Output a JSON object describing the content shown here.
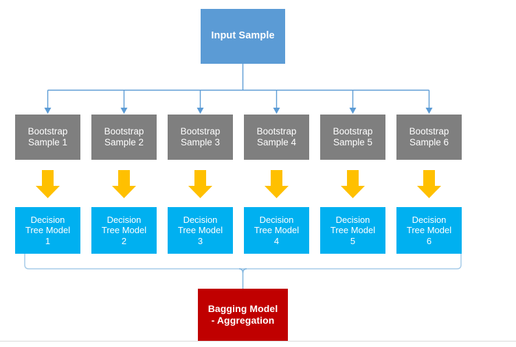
{
  "diagram": {
    "title": "Bagging Ensemble Flow Diagram",
    "background": "#ffffff",
    "colors": {
      "input_box": "#5B9BD5",
      "bootstrap_box": "#7F7F7F",
      "tree_box": "#00B0F0",
      "bagging_box": "#C00000",
      "arrow_yellow": "#FFC000",
      "connector_line": "#5B9BD5",
      "connector_line_light": "#A6CBE8",
      "text": "#FFFFFF",
      "footer_rule": "#D9D9D9"
    },
    "input": {
      "label": "Input Sample",
      "lines": [
        "Input Sample"
      ]
    },
    "bootstrap_samples": [
      {
        "lines": [
          "Bootstrap",
          "Sample 1"
        ],
        "label": "Bootstrap Sample 1"
      },
      {
        "lines": [
          "Bootstrap",
          "Sample 2"
        ],
        "label": "Bootstrap Sample 2"
      },
      {
        "lines": [
          "Bootstrap",
          "Sample 3"
        ],
        "label": "Bootstrap Sample 3"
      },
      {
        "lines": [
          "Bootstrap",
          "Sample 4"
        ],
        "label": "Bootstrap Sample 4"
      },
      {
        "lines": [
          "Bootstrap",
          "Sample 5"
        ],
        "label": "Bootstrap Sample 5"
      },
      {
        "lines": [
          "Bootstrap",
          "Sample 6"
        ],
        "label": "Bootstrap Sample 6"
      }
    ],
    "arrows": [
      {
        "name": "down-arrow-1",
        "icon": "arrow-down-icon"
      },
      {
        "name": "down-arrow-2",
        "icon": "arrow-down-icon"
      },
      {
        "name": "down-arrow-3",
        "icon": "arrow-down-icon"
      },
      {
        "name": "down-arrow-4",
        "icon": "arrow-down-icon"
      },
      {
        "name": "down-arrow-5",
        "icon": "arrow-down-icon"
      },
      {
        "name": "down-arrow-6",
        "icon": "arrow-down-icon"
      }
    ],
    "decision_trees": [
      {
        "lines": [
          "Decision",
          "Tree Model",
          "1"
        ],
        "label": "Decision Tree Model 1"
      },
      {
        "lines": [
          "Decision",
          "Tree Model",
          "2"
        ],
        "label": "Decision Tree Model 2"
      },
      {
        "lines": [
          "Decision",
          "Tree Model",
          "3"
        ],
        "label": "Decision Tree Model 3"
      },
      {
        "lines": [
          "Decision",
          "Tree Model",
          "4"
        ],
        "label": "Decision Tree Model 4"
      },
      {
        "lines": [
          "Decision",
          "Tree Model",
          "5"
        ],
        "label": "Decision Tree Model 5"
      },
      {
        "lines": [
          "Decision",
          "Tree Model",
          "6"
        ],
        "label": "Decision Tree Model 6"
      }
    ],
    "bagging": {
      "label": "Bagging Model - Aggregation",
      "lines": [
        "Bagging Model",
        "- Aggregation"
      ]
    }
  }
}
